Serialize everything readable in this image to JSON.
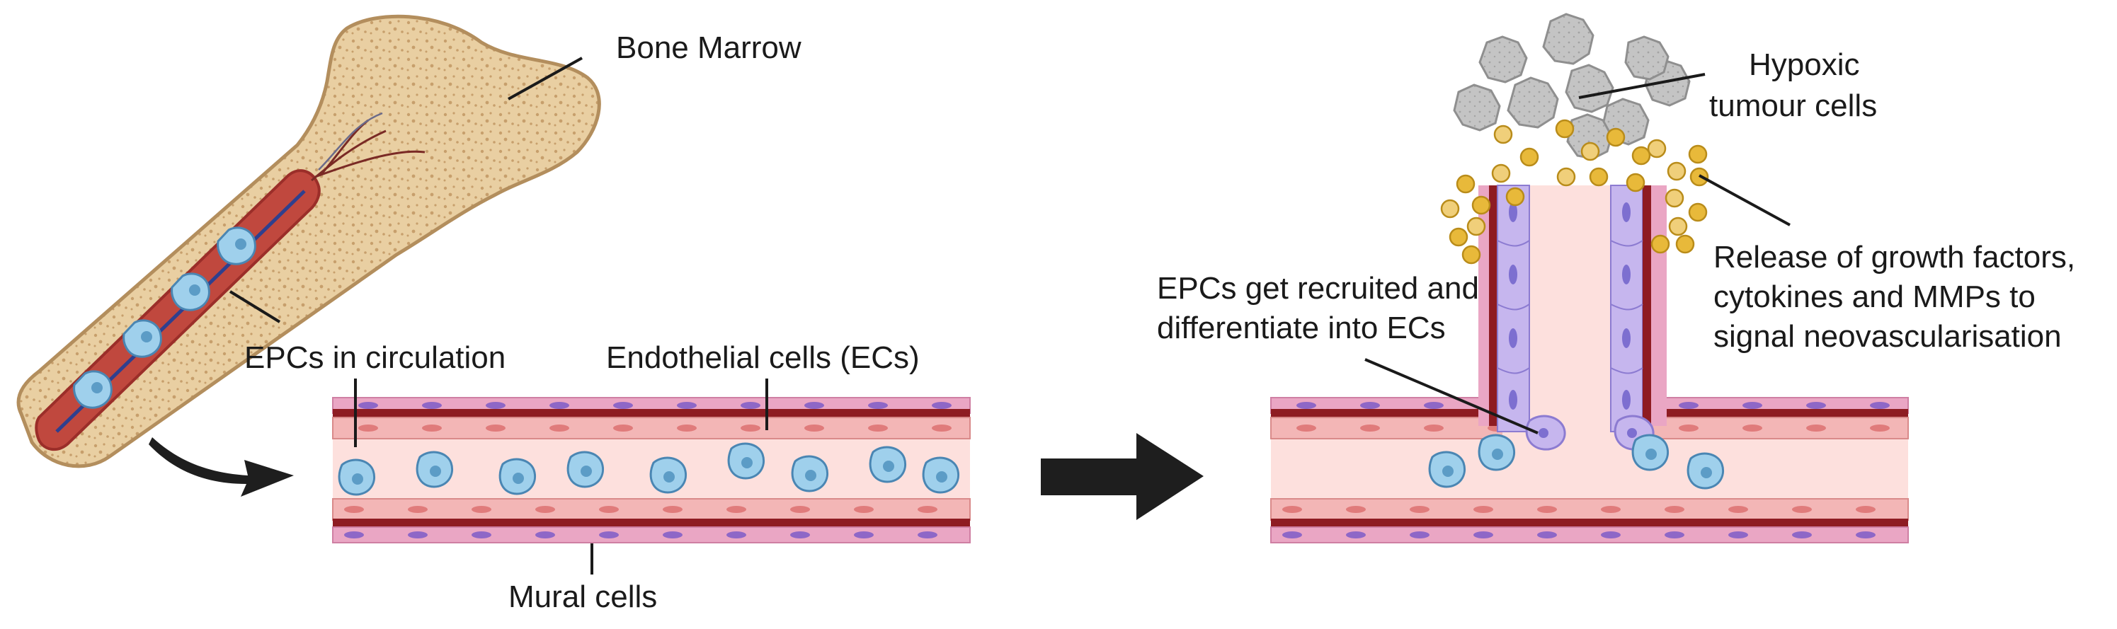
{
  "labels": {
    "bone_marrow": "Bone Marrow",
    "epcs_circulation": "EPCs in circulation",
    "endothelial_cells": "Endothelial cells (ECs)",
    "mural_cells": "Mural cells",
    "hypoxic_line1": "Hypoxic",
    "hypoxic_line2": "tumour cells",
    "growth_line1": "Release of growth factors,",
    "growth_line2": "cytokines and MMPs to",
    "growth_line3": "signal neovascularisation",
    "recruit_line1": "EPCs get recruited and",
    "recruit_line2": "differentiate into ECs"
  },
  "colors": {
    "bone": "#e6c99a",
    "bone_edge": "#b79363",
    "marrow": "#c0483e",
    "vessel_wall": "#8e1c22",
    "mural": "#eaa6c4",
    "endothelial": "#f3b6b6",
    "lumen": "#fde0dd",
    "epc": "#9fd0ec",
    "epc_nucleus": "#5c9cc6",
    "recruited_ec": "#c6b6ee",
    "tumour": "#bdbdbd",
    "growth_factor": "#e8b93a",
    "arrow": "#1e1e1e"
  }
}
